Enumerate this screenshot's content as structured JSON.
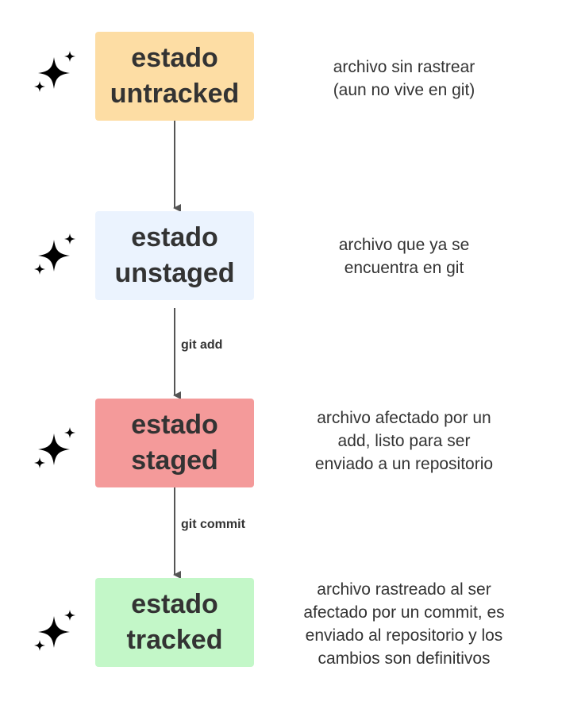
{
  "states": [
    {
      "line1": "estado",
      "line2": "untracked",
      "color": "#FDDDA4",
      "description": [
        "archivo sin rastrear",
        "(aun no vive en git)"
      ]
    },
    {
      "line1": "estado",
      "line2": "unstaged",
      "color": "#EBF3FE",
      "description": [
        "archivo que ya se",
        "encuentra en git"
      ]
    },
    {
      "line1": "estado",
      "line2": "staged",
      "color": "#F49A9A",
      "description": [
        "archivo afectado por un",
        "add, listo para ser",
        "enviado a un repositorio"
      ]
    },
    {
      "line1": "estado",
      "line2": "tracked",
      "color": "#C3F7C8",
      "description": [
        "archivo rastreado al ser",
        "afectado por un commit, es",
        "enviado al repositorio y los",
        "cambios son definitivos"
      ]
    }
  ],
  "transitions": [
    {
      "from": "untracked",
      "to": "unstaged",
      "label": ""
    },
    {
      "from": "unstaged",
      "to": "staged",
      "label": "git add"
    },
    {
      "from": "staged",
      "to": "tracked",
      "label": "git commit"
    }
  ],
  "icons": {
    "state_marker": "sparkles-icon"
  },
  "colors": {
    "arrow": "#555555",
    "text": "#333333"
  }
}
